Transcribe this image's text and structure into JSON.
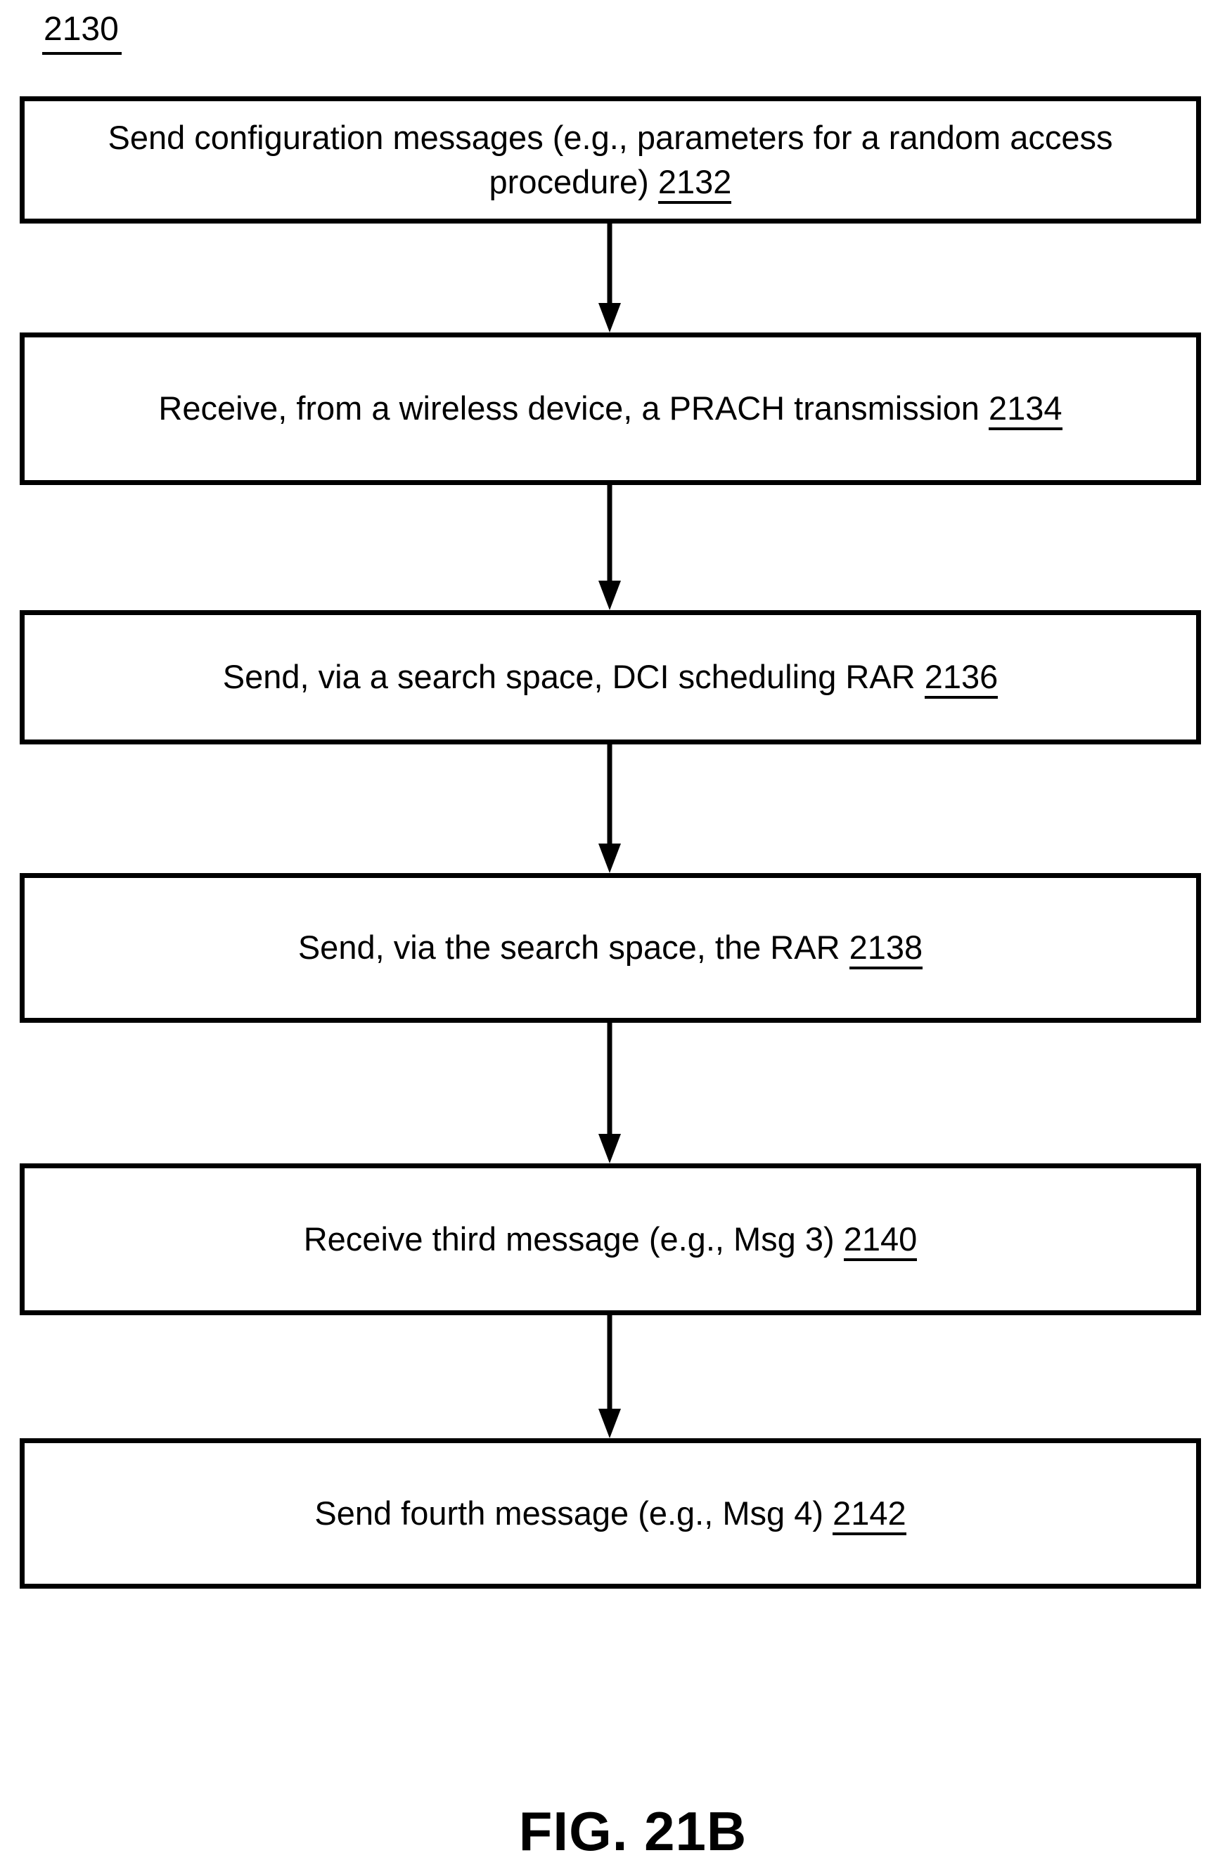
{
  "figure": {
    "diagram_label": "2130",
    "caption": "FIG. 21B",
    "colors": {
      "ink": "#000000",
      "background": "#ffffff"
    },
    "steps": [
      {
        "text": "Send configuration messages (e.g., parameters for a random access procedure)",
        "ref": "2132"
      },
      {
        "text": "Receive, from a wireless device, a PRACH transmission",
        "ref": "2134"
      },
      {
        "text": "Send, via a search space, DCI scheduling RAR",
        "ref": "2136"
      },
      {
        "text": "Send, via the search space, the RAR",
        "ref": "2138"
      },
      {
        "text": "Receive third message (e.g., Msg 3)",
        "ref": "2140"
      },
      {
        "text": "Send fourth message (e.g., Msg 4)",
        "ref": "2142"
      }
    ]
  }
}
